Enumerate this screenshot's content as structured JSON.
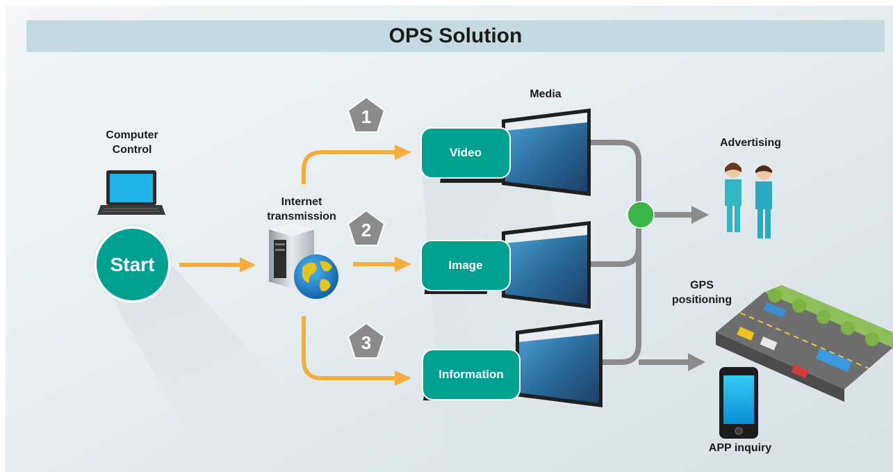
{
  "title": "OPS Solution",
  "source": {
    "label_line1": "Computer",
    "label_line2": "Control",
    "start_label": "Start"
  },
  "server": {
    "label_line1": "Internet",
    "label_line2": "transmission"
  },
  "media": {
    "label": "Media",
    "channels": [
      {
        "number": "1",
        "label": "Video"
      },
      {
        "number": "2",
        "label": "Image"
      },
      {
        "number": "3",
        "label": "Information"
      }
    ]
  },
  "outputs": {
    "advertising": "Advertising",
    "gps_line1": "GPS",
    "gps_line2": "positioning",
    "app": "APP inquiry"
  },
  "colors": {
    "teal": "#00a191",
    "orange": "#f5ae3a",
    "gray": "#8b8b8b",
    "hub_green": "#3bb54a",
    "title_bar": "#c6dbe1"
  }
}
